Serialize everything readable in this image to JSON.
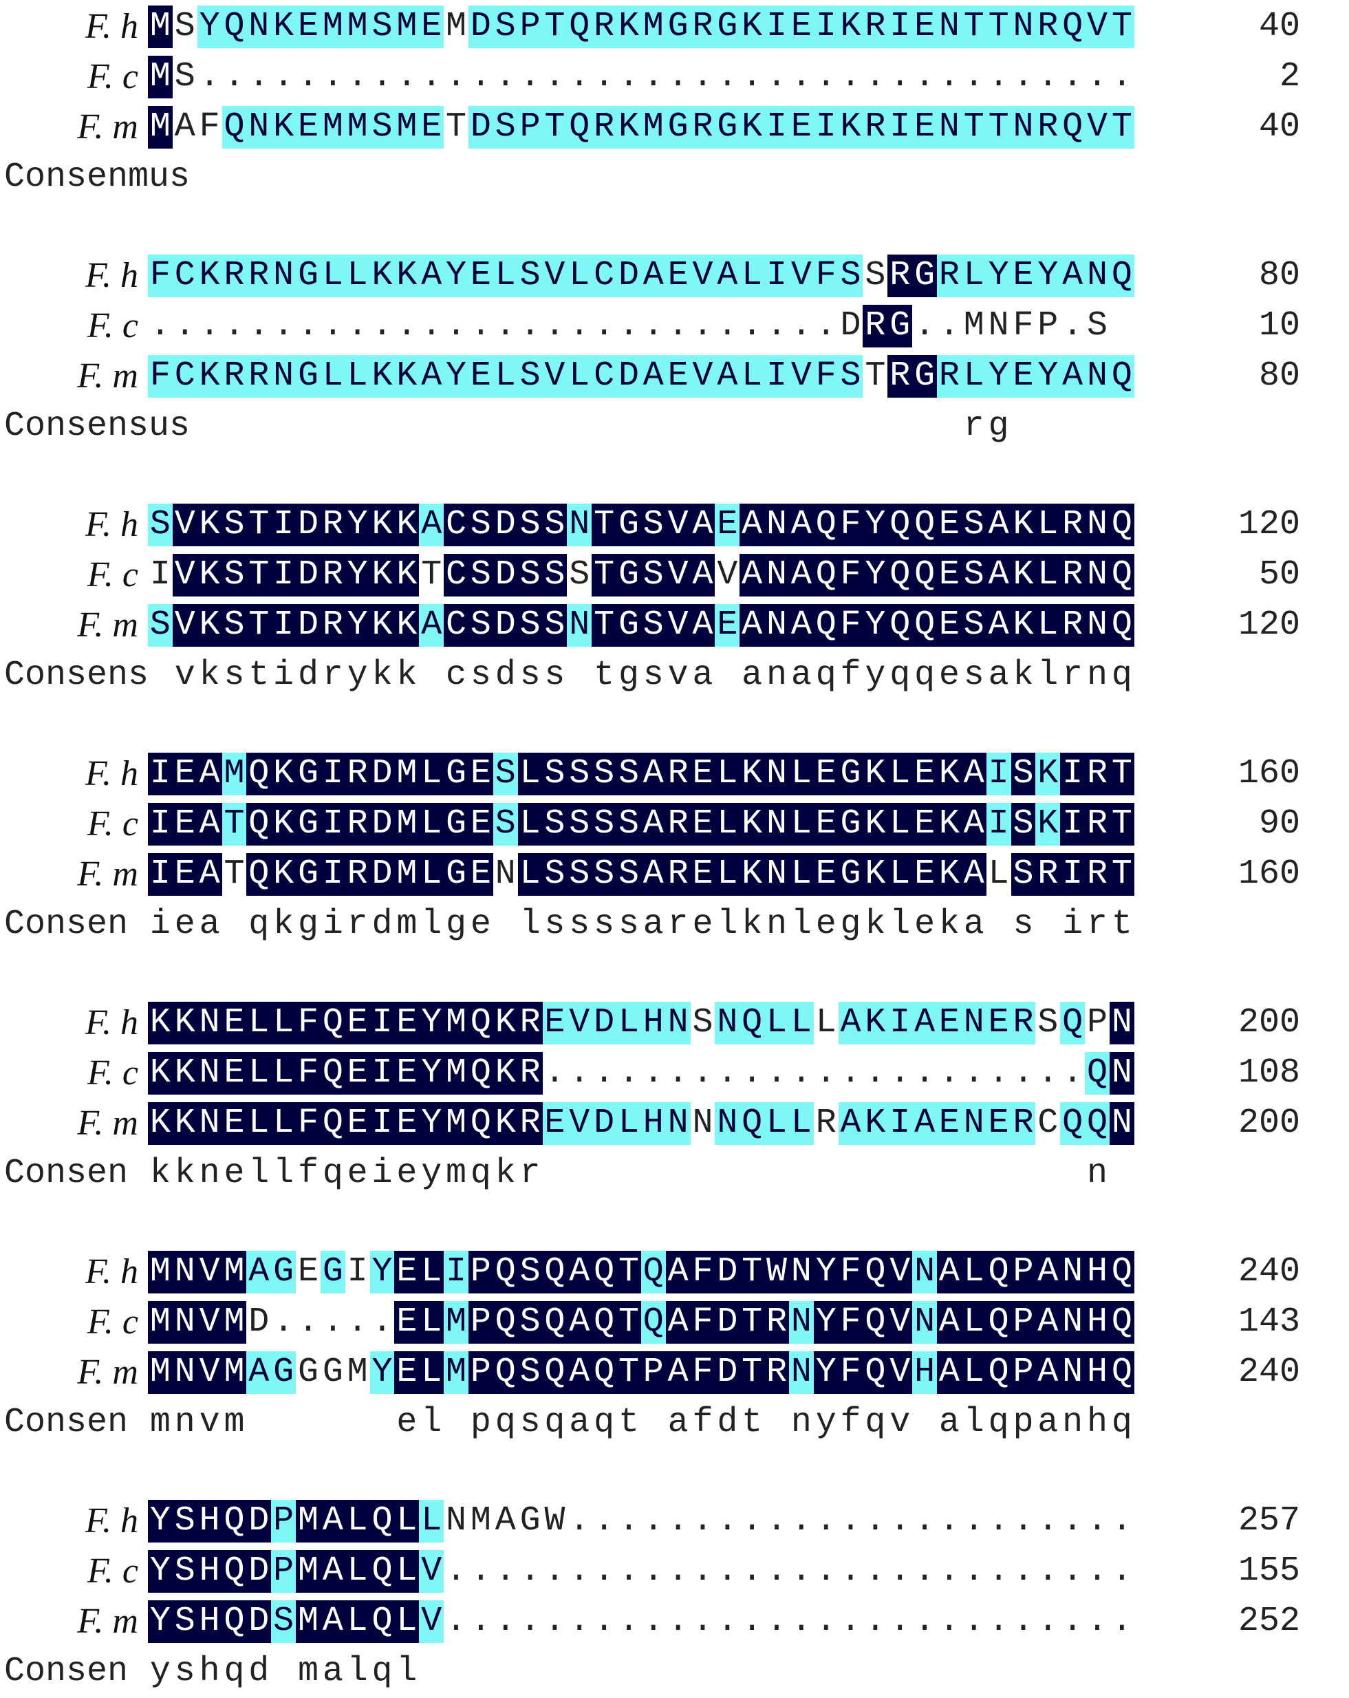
{
  "blocks": [
    {
      "rows": [
        {
          "name": "F. h",
          "seq": "MSYQNKEMMSMEMDSPTQRKMGRGKIEIKRIENTTNRQVT",
          "pos": "40",
          "cls": "IPSSSSSSSSSSPSSSSSSSSSSSSSSSSSSSSSSSSSSS"
        },
        {
          "name": "F. c",
          "seq": "MS......................................",
          "pos": "2",
          "cls": "IN......................................"
        },
        {
          "name": "F. m",
          "seq": "MAFQNKEMMSMETDSPTQRKMGRGKIEIKRIENTTNRQVT",
          "pos": "40",
          "cls": "INNSSSSSSSSSNSSSSSSSSSSSSSSSSSSSSSSSSSSS"
        }
      ],
      "consensus_label": "Consenmus",
      "consensus": ""
    },
    {
      "rows": [
        {
          "name": "F. h",
          "seq": "FCKRRNGLLKKAYELSVLCDAEVALIVFSSRGRLYEYANQ",
          "pos": "80",
          "cls": "SSSSSSSSSSSSSSSSSSSSSSSSSSSSSNIISSSSSSSS"
        },
        {
          "name": "F. c",
          "seq": "............................DRG..MNFP.S",
          "pos": "10",
          "cls": "............................NII..NNNN.N"
        },
        {
          "name": "F. m",
          "seq": "FCKRRNGLLKKAYELSVLCDAEVALIVFSTRGRLYEYANQ",
          "pos": "80",
          "cls": "SSSSSSSSSSSSSSSSSSSSSSSSSSSSSNIISSSSSSSS"
        }
      ],
      "consensus_label": "Consensus",
      "consensus": "                              rg        "
    },
    {
      "rows": [
        {
          "name": "F. h",
          "seq": "SVKSTIDRYKKACSDSSNTGSVAEANAQFYQQESAKLRNQ",
          "pos": "120",
          "cls": "SIIIIIIIIIISIIIIISIIIIISIIIIIIIIIIIIIIII"
        },
        {
          "name": "F. c",
          "seq": "IVKSTIDRYKKTCSDSSSTGSVAVANAQFYQQESAKLRNQ",
          "pos": "50",
          "cls": "NIIIIIIIIIINIIIIINIIIIINIIIIIIIIIIIIIIII"
        },
        {
          "name": "F. m",
          "seq": "SVKSTIDRYKKACSDSSNTGSVAEANAQFYQQESAKLRNQ",
          "pos": "120",
          "cls": "SIIIIIIIIIISIIIIISIIIIISIIIIIIIIIIIIIIII"
        }
      ],
      "consensus_label": "Consens",
      "consensus": "vkstidrykk csdss tgsva anaqfyqqesaklrnq"
    },
    {
      "rows": [
        {
          "name": "F. h",
          "seq": "IEAMQKGIRDMLGESLSSSSARELKNLEGKLEKAISKIRT",
          "pos": "160",
          "cls": "IIISIIIIIIIIIISIIIIIIIIIIIIIIIIIIISISIII"
        },
        {
          "name": "F. c",
          "seq": "IEATQKGIRDMLGESLSSSSARELKNLEGKLEKAISKIRT",
          "pos": "90",
          "cls": "IIISIIIIIIIIIISIIIIIIIIIIIIIIIIIIISISIII"
        },
        {
          "name": "F. m",
          "seq": "IEATQKGIRDMLGENLSSSSARELKNLEGKLEKALSRIRT",
          "pos": "160",
          "cls": "IIINIIIIIIIIIINIIIIIIIIIIIIIIIIIIINIIIII"
        }
      ],
      "consensus_label": "Consen",
      "consensus": "iea qkgirdmlge lssssarelknlegkleka s irt"
    },
    {
      "rows": [
        {
          "name": "F. h",
          "seq": "KKNELLFQEIEYMQKREVDLHNSNQLLLAKIAENERSQPN",
          "pos": "200",
          "cls": "IIIIIIIIIIIIIIIISSSSSSNSSSSNSSSSSSSSNSNI"
        },
        {
          "name": "F. c",
          "seq": "KKNELLFQEIEYMQKR......................QN",
          "pos": "108",
          "cls": "IIIIIIIIIIIIIIII......................SI"
        },
        {
          "name": "F. m",
          "seq": "KKNELLFQEIEYMQKREVDLHNNNQLLRAKIAENERCQQN",
          "pos": "200",
          "cls": "IIIIIIIIIIIIIIIISSSSSSNSSSSNSSSSSSSSNSSI"
        }
      ],
      "consensus_label": "Consen",
      "consensus": "kknellfqeieymqkr                      n"
    },
    {
      "rows": [
        {
          "name": "F. h",
          "seq": "MNVMAGEGIYELIPQSQAQTQAFDTWNYFQVNALQPANHQ",
          "pos": "240",
          "cls": "IIIISSNSNSIISIIIIIIISIIIIIIIIIISIIIIIIII"
        },
        {
          "name": "F. c",
          "seq": "MNVMD.....ELMPQSQAQTQAFDTRNYFQVNALQPANHQ",
          "pos": "143",
          "cls": "IIIIN.....IISIIIIIIISIIIIISIIIISIIIIIIII"
        },
        {
          "name": "F. m",
          "seq": "MNVMAGGGMYELMPQSQAQTPAFDTRNYFQVHALQPANHQ",
          "pos": "240",
          "cls": "IIIISSNNNSIISIIIIIIIIIIIIISIIIISIIIIIIII"
        }
      ],
      "consensus_label": "Consen",
      "consensus": "mnvm      el pqsqaqt afdt nyfqv alqpanhq"
    },
    {
      "rows": [
        {
          "name": "F. h",
          "seq": "YSHQDPMALQLLNMAGW.......................",
          "pos": "257",
          "cls": "IIIIISIIIIISNNNNN......................."
        },
        {
          "name": "F. c",
          "seq": "YSHQDPMALQLV............................",
          "pos": "155",
          "cls": "IIIIISIIIIIS............................"
        },
        {
          "name": "F. m",
          "seq": "YSHQDSMALQLV............................",
          "pos": "252",
          "cls": "IIIIISIIIIIS............................"
        }
      ],
      "consensus_label": "Consen",
      "consensus": "yshqd malql"
    }
  ],
  "colors": {
    "identical": "#00003f",
    "similar": "#7ff7f4"
  }
}
